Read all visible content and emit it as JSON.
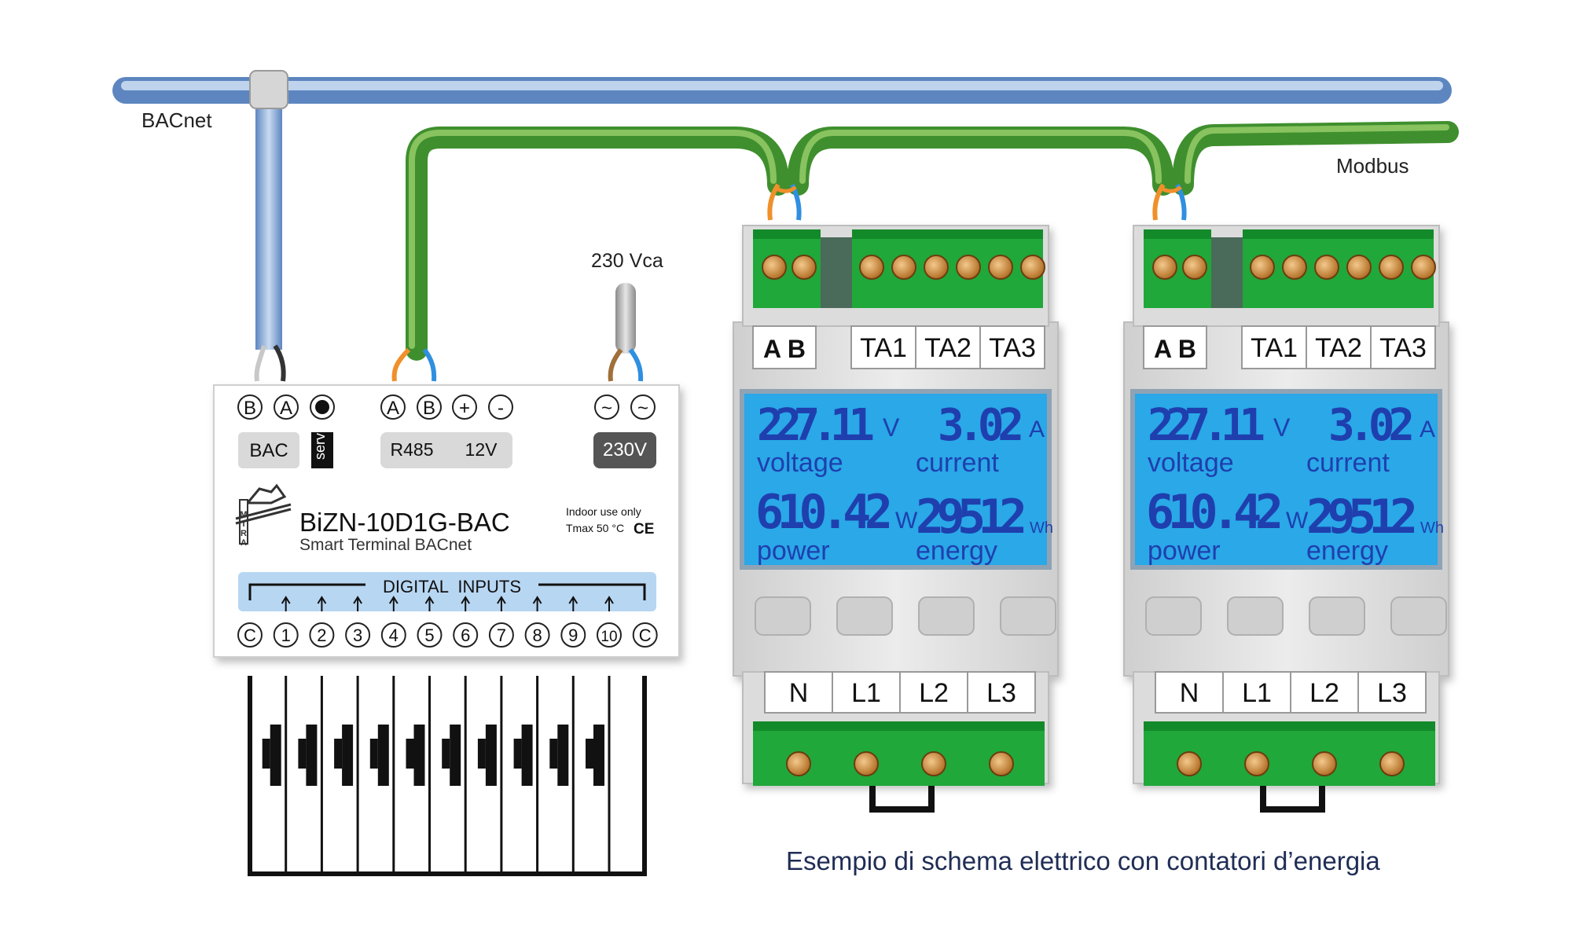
{
  "labels": {
    "bacnet": "BACnet",
    "modbus": "Modbus",
    "mains": "230 Vca",
    "caption": "Esempio di schema elettrico con contatori d’energia"
  },
  "controller": {
    "terminals_left": [
      "B",
      "A",
      "●"
    ],
    "terminals_mid": [
      "A",
      "B",
      "+",
      "-"
    ],
    "terminals_right": [
      "~",
      "~"
    ],
    "bac_label": "BAC",
    "serv_label": "serv",
    "rs485_label": "R485",
    "v12_label": "12V",
    "v230_label": "230V",
    "logo_letters": [
      "M",
      "I",
      "R",
      "A"
    ],
    "model": "BiZN-10D1G-BAC",
    "subtitle": "Smart Terminal BACnet",
    "indoor": "Indoor use only",
    "tmax": "Tmax 50 °C",
    "ce": "CE",
    "digital_inputs_label": "DIGITAL  INPUTS",
    "input_terminals": [
      "C",
      "1",
      "2",
      "3",
      "4",
      "5",
      "6",
      "7",
      "8",
      "9",
      "10",
      "C"
    ]
  },
  "meter": {
    "top_terminals": [
      "A B",
      "TA1",
      "TA2",
      "TA3"
    ],
    "bottom_terminals": [
      "N",
      "L1",
      "L2",
      "L3"
    ],
    "voltage_value": "227.11",
    "voltage_unit": "V",
    "voltage_label": "voltage",
    "current_value": "3.02",
    "current_unit": "A",
    "current_label": "current",
    "power_value": "610.42",
    "power_unit": "W",
    "power_label": "power",
    "energy_value": "29512",
    "energy_unit": "Wh",
    "energy_label": "energy"
  },
  "colors": {
    "bacnet_cable": "#8fb3de",
    "modbus_cable": "#3f8f2e",
    "terminal_green": "#20a83a",
    "lcd_blue": "#2aa8e8",
    "lcd_text": "#1f3fae",
    "wire_orange": "#f0902a",
    "wire_blue": "#2f8fe0"
  }
}
